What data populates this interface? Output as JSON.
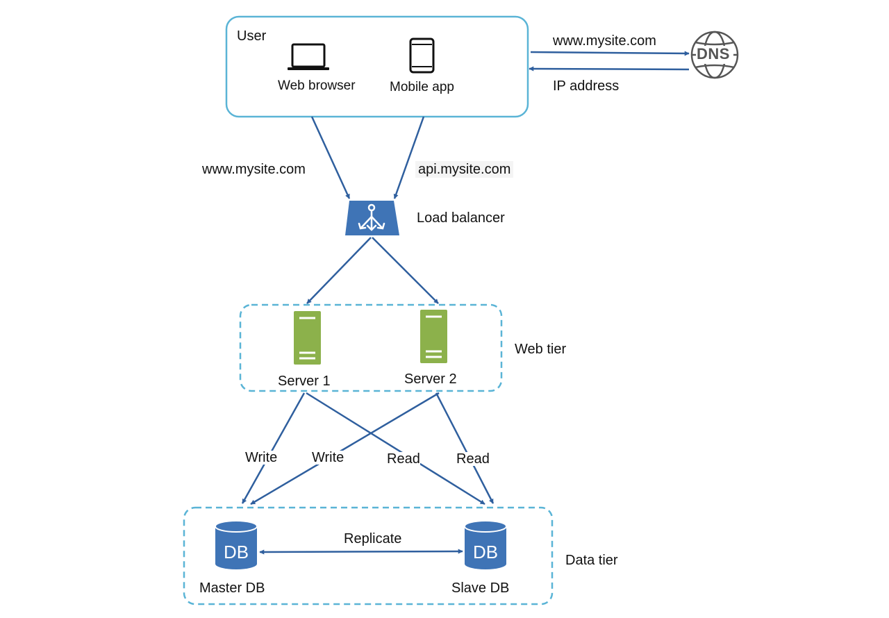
{
  "user_box": {
    "title": "User",
    "clients": [
      {
        "label": "Web browser",
        "icon": "laptop-icon"
      },
      {
        "label": "Mobile app",
        "icon": "mobile-phone-icon"
      }
    ]
  },
  "dns": {
    "label": "DNS",
    "icon": "dns-globe-icon",
    "request_label": "www.mysite.com",
    "response_label": "IP address"
  },
  "entry_points": {
    "web": "www.mysite.com",
    "api": "api.mysite.com"
  },
  "load_balancer": {
    "label": "Load balancer",
    "icon": "load-balancer-icon"
  },
  "web_tier": {
    "label": "Web tier",
    "servers": [
      {
        "label": "Server 1",
        "icon": "server-icon"
      },
      {
        "label": "Server 2",
        "icon": "server-icon"
      }
    ]
  },
  "db_links": {
    "write_1": "Write",
    "write_2": "Write",
    "read_1": "Read",
    "read_2": "Read"
  },
  "data_tier": {
    "label": "Data tier",
    "replicate_label": "Replicate",
    "databases": [
      {
        "label": "Master DB",
        "icon_text": "DB"
      },
      {
        "label": "Slave DB",
        "icon_text": "DB"
      }
    ]
  },
  "colors": {
    "container_border": "#5ab4d6",
    "arrow": "#2f5f9e",
    "icon_blue": "#3f74b6",
    "server_green": "#8cb14b",
    "dns_gray": "#555555"
  }
}
